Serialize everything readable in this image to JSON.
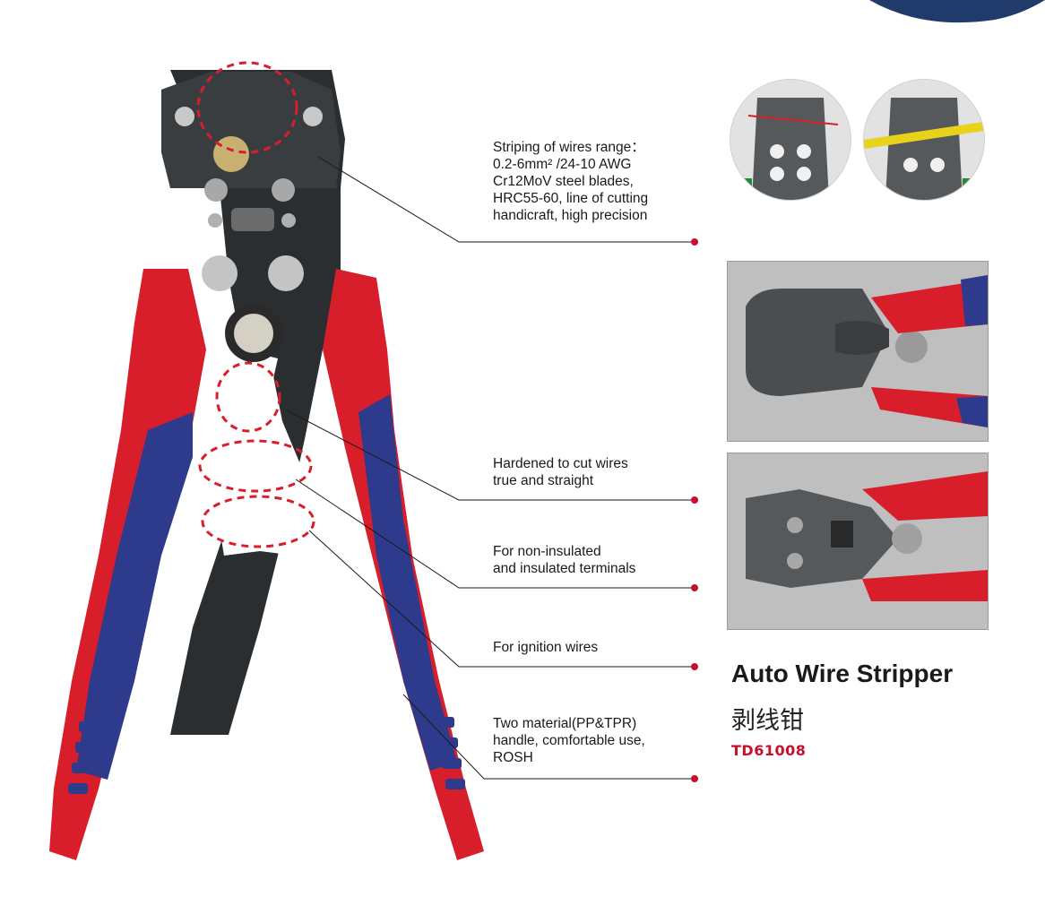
{
  "product": {
    "title": "Auto Wire Stripper",
    "subtitle": "剥线钳",
    "model": "TD61008"
  },
  "callouts": [
    {
      "lines": [
        "Striping of wires range：",
        "0.2-6mm² /24-10 AWG",
        "Cr12MoV steel blades,",
        "HRC55-60, line of cutting",
        "handicraft, high precision"
      ]
    },
    {
      "lines": [
        "Hardened to cut wires",
        "true and straight"
      ]
    },
    {
      "lines": [
        "For non-insulated",
        "and insulated terminals"
      ]
    },
    {
      "lines": [
        "For ignition wires"
      ]
    },
    {
      "lines": [
        "Two material(PP&TPR)",
        "handle, comfortable use,",
        "ROSH"
      ]
    }
  ],
  "colors": {
    "handle_red": "#d81e2a",
    "handle_blue": "#2e3a8c",
    "steel_dark": "#2b2e30",
    "accent_red": "#c8102e",
    "navy_corner": "#1f3a6b"
  }
}
